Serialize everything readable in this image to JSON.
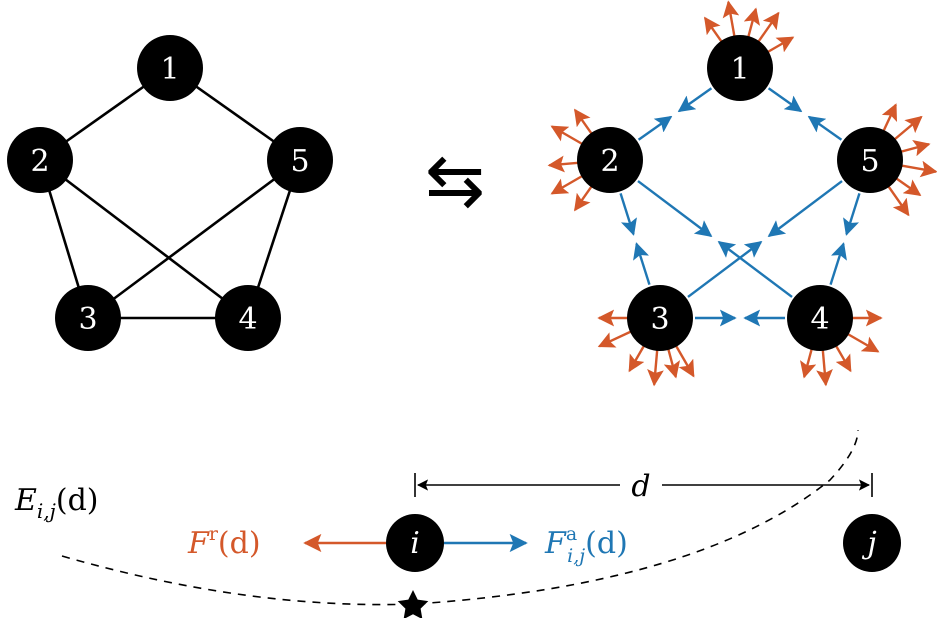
{
  "colors": {
    "node": "#000000",
    "node_text": "#ffffff",
    "edge": "#000000",
    "attractive": "#1f77b4",
    "repulsive": "#d4582a",
    "background": "#ffffff"
  },
  "graph_left": {
    "nodes": [
      "1",
      "2",
      "3",
      "4",
      "5"
    ],
    "edges": [
      [
        "1",
        "2"
      ],
      [
        "1",
        "5"
      ],
      [
        "2",
        "3"
      ],
      [
        "2",
        "4"
      ],
      [
        "5",
        "3"
      ],
      [
        "5",
        "4"
      ],
      [
        "3",
        "4"
      ]
    ]
  },
  "graph_right": {
    "nodes": [
      "1",
      "2",
      "3",
      "4",
      "5"
    ]
  },
  "equivalence_symbol": "⇆",
  "forces": {
    "energy_label": "E",
    "energy_sub": "i,j",
    "energy_arg": "(d)",
    "repulsive_label": "F",
    "repulsive_sup": "r",
    "repulsive_arg": "(d)",
    "attractive_label": "F",
    "attractive_sup": "a",
    "attractive_sub": "i,j",
    "attractive_arg": "(d)",
    "node_i": "i",
    "node_j": "j",
    "distance_label": "d",
    "minimum_marker": "star-icon"
  }
}
